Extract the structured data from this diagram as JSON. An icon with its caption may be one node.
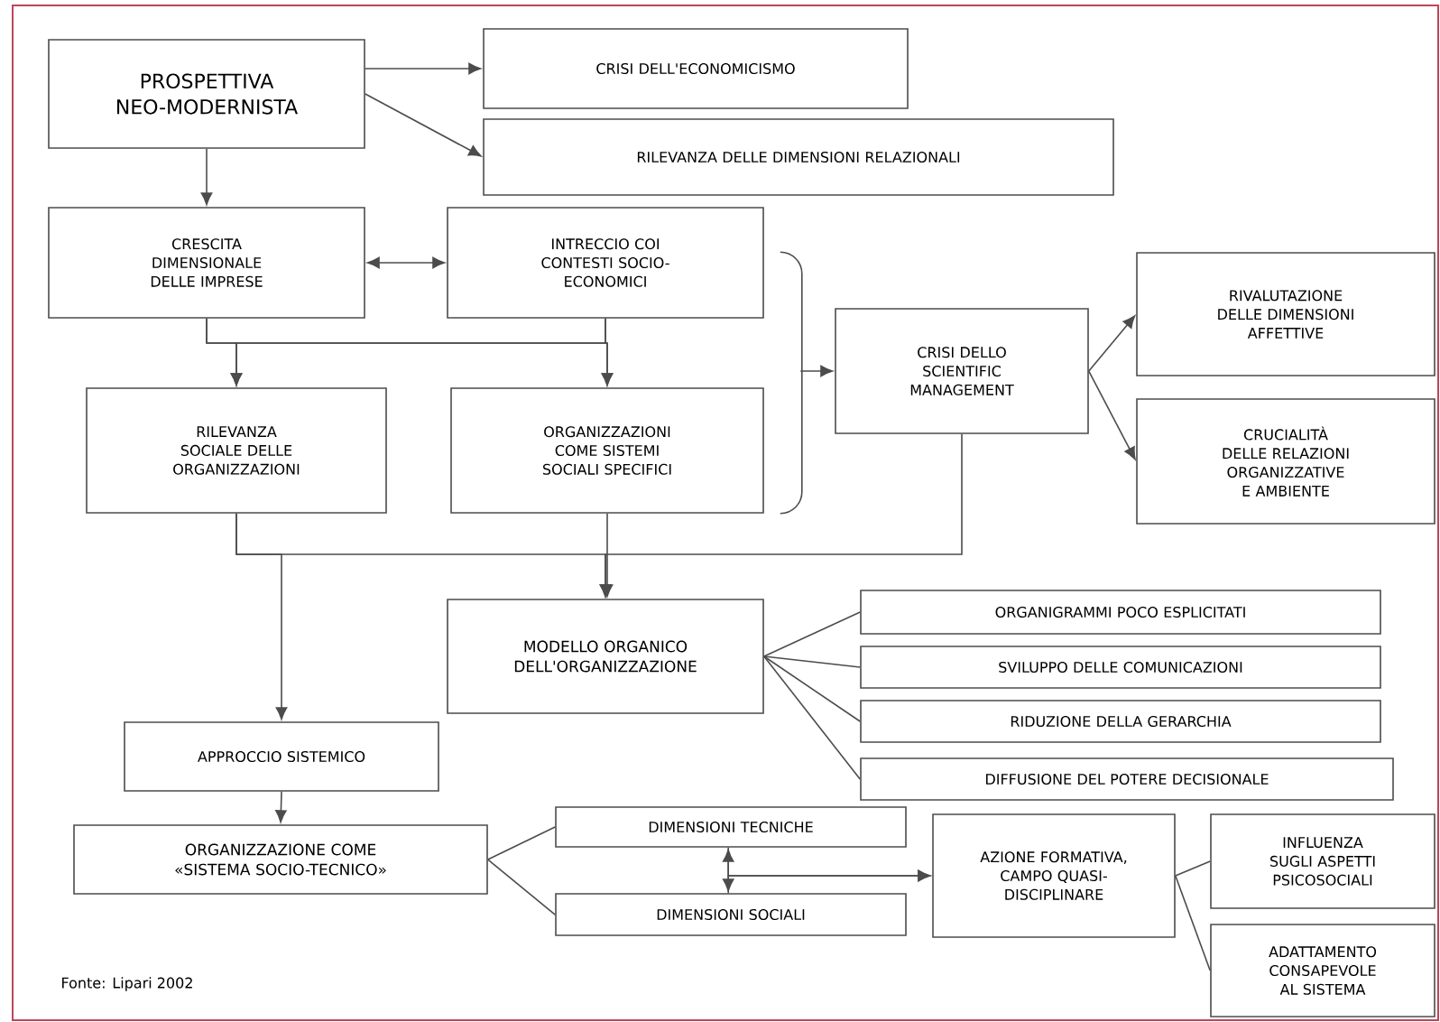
{
  "diagram": {
    "nodes": [
      {
        "text": [
          "PROSPETTIVA NEO-MODERNISTA"
        ]
      },
      {
        "text": [
          "CRISI DELL'ECONOMICISMO"
        ]
      },
      {
        "text": [
          "RILEVANZA DELLE DIMENSIONI RELAZIONALI"
        ]
      },
      {
        "text": [
          "CRESCITA DIMENSIONALE DELLE IMPRESE"
        ]
      },
      {
        "text": [
          "INTRECCIO COI CONTESTI SOCIO-ECONOMICI"
        ]
      },
      {
        "text": [
          "RILEVANZA SOCIALE DELLE ORGANIZZAZIONI"
        ]
      },
      {
        "text": [
          "ORGANIZZAZIONI COME SISTEMI SOCIALI SPECIFICI"
        ]
      },
      {
        "text": [
          "CRISI DELLO SCIENTIFIC MANAGEMENT"
        ]
      },
      {
        "text": [
          "RIVALUTAZIONE DELLE DIMENSIONI AFFETTIVE"
        ]
      },
      {
        "text": [
          "CRUCIALITÀ DELLE RELAZIONI ORGANIZZATIVE E AMBIENTE"
        ]
      },
      {
        "text": [
          "MODELLO ORGANICO DELL'ORGANIZZAZIONE"
        ]
      },
      {
        "text": [
          "ORGANIGRAMMI POCO ESPLICITATI"
        ]
      },
      {
        "text": [
          "SVILUPPO DELLE COMUNICAZIONI"
        ]
      },
      {
        "text": [
          "RIDUZIONE DELLA GERARCHIA"
        ]
      },
      {
        "text": [
          "DIFFUSIONE DEL POTERE DECISIONALE"
        ]
      },
      {
        "text": [
          "APPROCCIO SISTEMICO"
        ]
      },
      {
        "text": [
          "ORGANIZZAZIONE COME «SISTEMA SOCIO-TECNICO»"
        ]
      },
      {
        "text": [
          "DIMENSIONI TECNICHE"
        ]
      },
      {
        "text": [
          "DIMENSIONI SOCIALI"
        ]
      },
      {
        "text": [
          "AZIONE FORMATIVA, CAMPO QUASI-DISCIPLINARE"
        ]
      },
      {
        "text": [
          "INFLUENZA SUGLI ASPETTI PSICOSOCIALI"
        ]
      },
      {
        "text": [
          "ADATTAMENTO CONSAPEVOLE AL SISTEMA"
        ]
      }
    ],
    "edges": [
      {
        "from": 0,
        "to": 1,
        "arrow": "to"
      },
      {
        "from": 0,
        "to": 2,
        "arrow": "to"
      },
      {
        "from": 0,
        "to": 3,
        "arrow": "to"
      },
      {
        "from": 3,
        "to": 4,
        "arrow": "both"
      },
      {
        "from": 3,
        "to": 5,
        "arrow": "to"
      },
      {
        "from": 4,
        "to": 5,
        "arrow": "to"
      },
      {
        "from": 3,
        "to": 6,
        "arrow": "to"
      },
      {
        "from": 4,
        "to": 6,
        "arrow": "to"
      },
      {
        "from": 4,
        "to": 7,
        "arrow": "to"
      },
      {
        "from": 6,
        "to": 7,
        "arrow": "to"
      },
      {
        "from": 7,
        "to": 8,
        "arrow": "to"
      },
      {
        "from": 7,
        "to": 9,
        "arrow": "to"
      },
      {
        "from": 5,
        "to": 10,
        "arrow": "to"
      },
      {
        "from": 6,
        "to": 10,
        "arrow": "to"
      },
      {
        "from": 7,
        "to": 10,
        "arrow": "to"
      },
      {
        "from": 5,
        "to": 15,
        "arrow": "to"
      },
      {
        "from": 10,
        "to": 11,
        "arrow": "none"
      },
      {
        "from": 10,
        "to": 12,
        "arrow": "none"
      },
      {
        "from": 10,
        "to": 13,
        "arrow": "none"
      },
      {
        "from": 10,
        "to": 14,
        "arrow": "none"
      },
      {
        "from": 15,
        "to": 16,
        "arrow": "to"
      },
      {
        "from": 16,
        "to": 17,
        "arrow": "none"
      },
      {
        "from": 16,
        "to": 18,
        "arrow": "none"
      },
      {
        "from": 17,
        "to": 18,
        "arrow": "both"
      },
      {
        "from": 17,
        "to": 19,
        "arrow": "to"
      },
      {
        "from": 18,
        "to": 19,
        "arrow": "to"
      },
      {
        "from": 19,
        "to": 20,
        "arrow": "none"
      },
      {
        "from": 19,
        "to": 21,
        "arrow": "none"
      }
    ],
    "labels": [
      "Fonte: Lipari 2002"
    ]
  }
}
